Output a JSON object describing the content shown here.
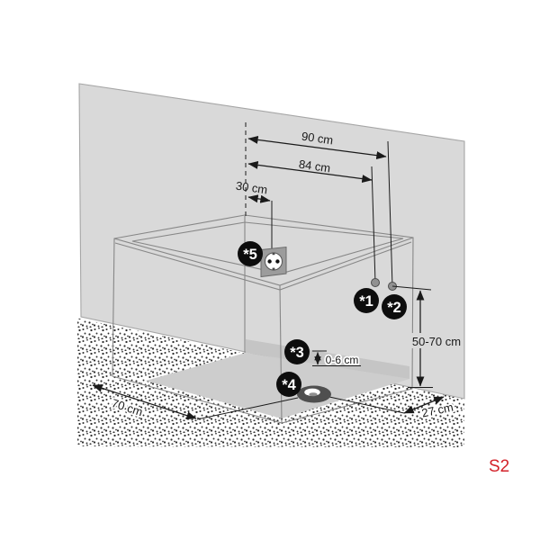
{
  "diagram": {
    "product_code": "S2",
    "dimensions": {
      "back_width": "90 cm",
      "inner_width": "84 cm",
      "outlet_offset": "30 cm",
      "connection_height": "50-70 cm",
      "skirt_adjust": "0-6 cm",
      "drain_left": "70 cm",
      "drain_right": "27 cm"
    },
    "markers": [
      {
        "label": "*1"
      },
      {
        "label": "*2"
      },
      {
        "label": "*3"
      },
      {
        "label": "*4"
      },
      {
        "label": "*5"
      }
    ],
    "colors": {
      "wall_gray": "#d9d9d9",
      "tray_gray": "#cdcdcd",
      "band_gray": "#c5c5c5",
      "outlet_gray": "#9c9c9c",
      "marker_black": "#0d0d0d",
      "line_dark": "#1a1a1a",
      "code_red": "#d3222a"
    }
  }
}
